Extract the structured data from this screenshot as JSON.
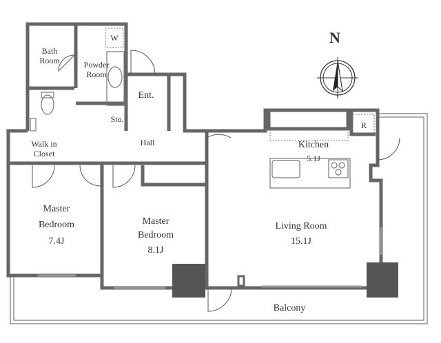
{
  "compass": {
    "north_label": "N"
  },
  "rooms": {
    "bath": [
      "Bath",
      "Room"
    ],
    "powder": [
      "Powder",
      "Room"
    ],
    "washer": "W",
    "entrance": "Ent.",
    "storage": "Sto.",
    "hall": "Hall",
    "walk_in_closet": [
      "Walk in",
      "Closet"
    ],
    "kitchen": {
      "name": "Kitchen",
      "size": "5.1J"
    },
    "refrigerator": "R",
    "master_bedroom_1": {
      "name": [
        "Master",
        "Bedroom"
      ],
      "size": "7.4J"
    },
    "master_bedroom_2": {
      "name": [
        "Master",
        "Bedroom"
      ],
      "size": "8.1J"
    },
    "living_room": {
      "name": "Living Room",
      "size": "15.1J"
    },
    "balcony": "Balcony"
  },
  "colors": {
    "wall": "#666666",
    "column": "#555555"
  }
}
